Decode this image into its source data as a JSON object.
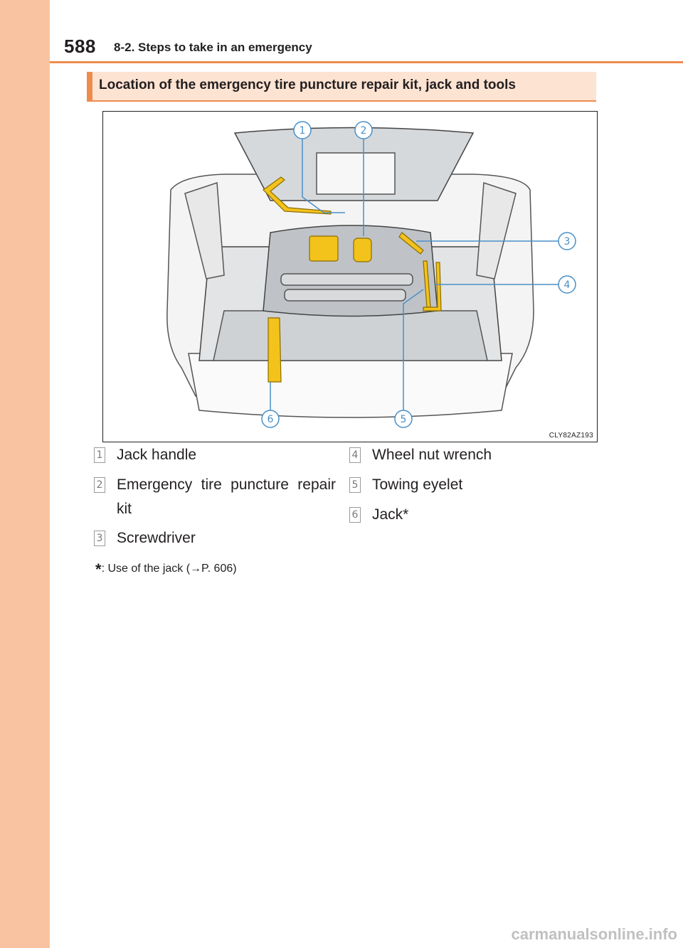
{
  "header": {
    "page_number": "588",
    "section": "8-2. Steps to take in an emergency"
  },
  "heading": "Location of the emergency tire puncture repair kit, jack and tools",
  "figure": {
    "code": "CLY82AZ193",
    "callouts": [
      "1",
      "2",
      "3",
      "4",
      "5",
      "6"
    ]
  },
  "legend": [
    {
      "num": "1",
      "text": "Jack handle"
    },
    {
      "num": "2",
      "text": "Emergency tire puncture repair kit"
    },
    {
      "num": "3",
      "text": "Screwdriver"
    },
    {
      "num": "4",
      "text": "Wheel nut wrench"
    },
    {
      "num": "5",
      "text": "Towing eyelet"
    },
    {
      "num": "6",
      "text": "Jack*"
    }
  ],
  "footnote": {
    "marker": "*",
    "text": ": Use of the jack (→P. 606)"
  },
  "watermark": "carmanualsonline.info",
  "colors": {
    "accent": "#ef8b4d",
    "side_band": "#f9c3a1",
    "heading_fill": "#fde3d2",
    "callout_line": "#4a90c8",
    "tool_yellow": "#f3c21b"
  }
}
